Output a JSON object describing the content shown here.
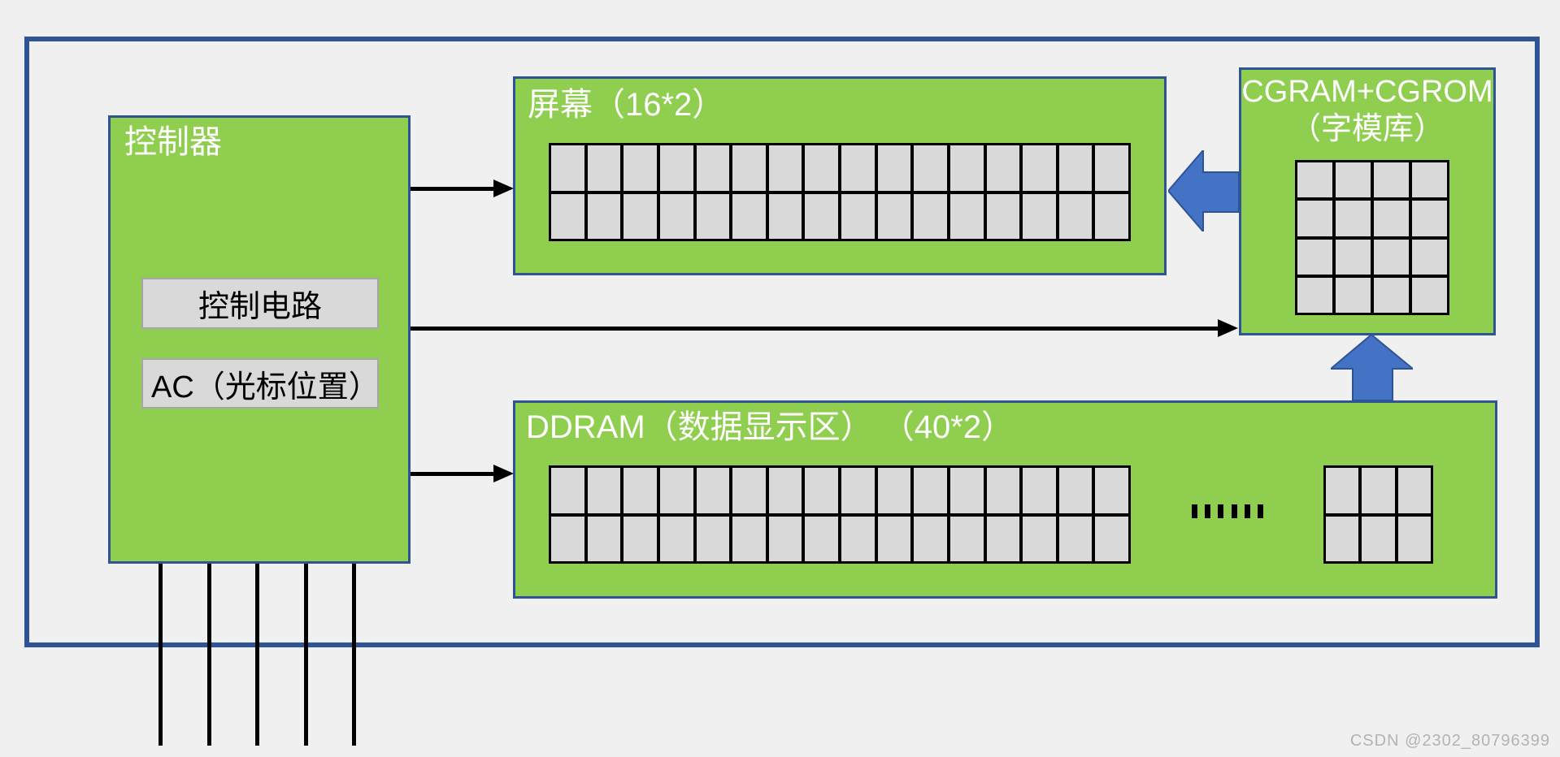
{
  "colors": {
    "box_green": "#90ce4f",
    "outline_blue": "#2f5496",
    "block_arrow_blue": "#4472c4",
    "cell_gray": "#d9d9d9",
    "background": "#f0f0f0",
    "inner_box_gray": "#d9d9d9",
    "watermark_gray": "#b3b3b3"
  },
  "controller": {
    "title": "控制器",
    "control_circuit_label": "控制电路",
    "ac_label": "AC（光标位置）",
    "pin_count": 5
  },
  "screen": {
    "title": "屏幕（16*2）",
    "grid_cols": 16,
    "grid_rows": 2
  },
  "cgram": {
    "title_line1": "CGRAM+CGROM",
    "title_line2": "（字模库）",
    "grid_cols": 4,
    "grid_rows": 4
  },
  "ddram": {
    "title": "DDRAM（数据显示区） （40*2）",
    "main_grid_cols": 16,
    "main_grid_rows": 2,
    "ellipsis_dot_count": 6,
    "small_grid_cols": 3,
    "small_grid_rows": 2
  },
  "watermark": "CSDN @2302_80796399"
}
